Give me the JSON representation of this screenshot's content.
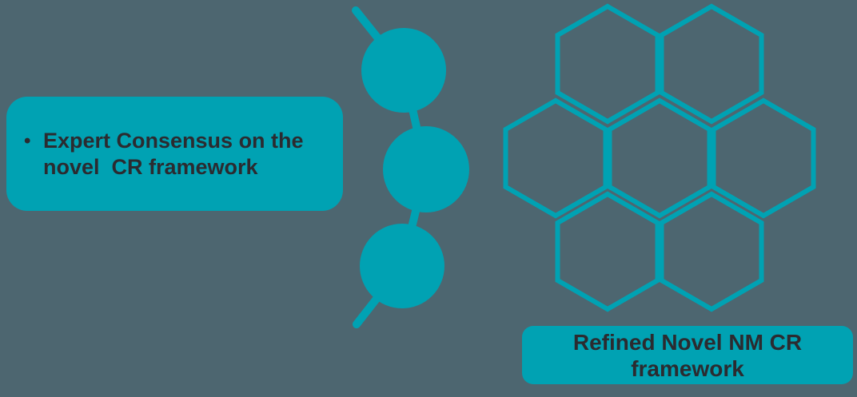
{
  "colors": {
    "background": "#4D6670",
    "accent": "#00A2B3",
    "text": "#2B2B30"
  },
  "left_callout": {
    "bullet": "•",
    "lines": [
      "Expert Consensus on the",
      "novel  CR framework"
    ]
  },
  "bottom_callout": {
    "lines": [
      "Refined Novel NM CR",
      "framework"
    ]
  },
  "graphics": {
    "chain_node_count": 3,
    "honeycomb_cell_count": 7
  }
}
